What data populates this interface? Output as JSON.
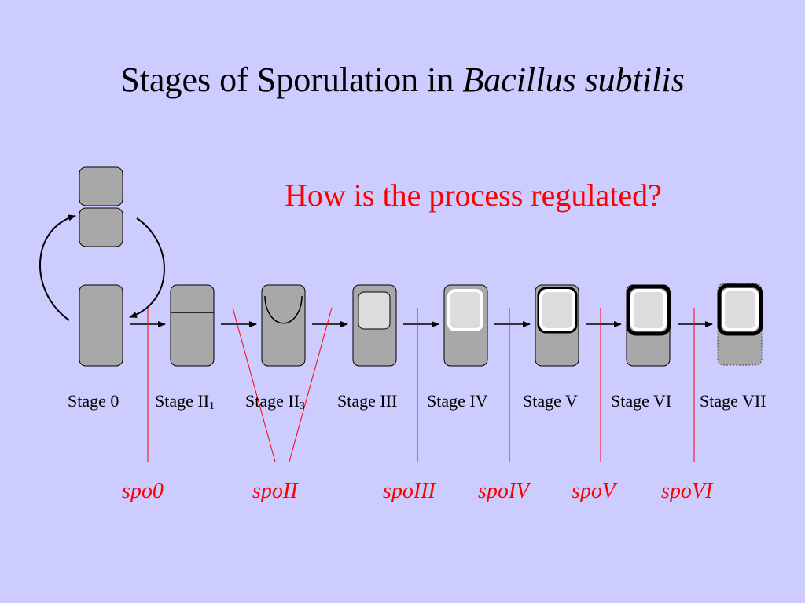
{
  "title": {
    "main": "Stages of Sporulation in ",
    "species": "Bacillus subtilis"
  },
  "question": "How is the process regulated?",
  "stages": [
    {
      "label": "Stage 0",
      "sub": ""
    },
    {
      "label": "Stage II",
      "sub": "1"
    },
    {
      "label": "Stage II",
      "sub": "3"
    },
    {
      "label": "Stage III",
      "sub": ""
    },
    {
      "label": "Stage IV",
      "sub": ""
    },
    {
      "label": "Stage V",
      "sub": ""
    },
    {
      "label": "Stage VI",
      "sub": ""
    },
    {
      "label": "Stage VII",
      "sub": ""
    }
  ],
  "genes": [
    "spo0",
    "spoII",
    "spoIII",
    "spoIV",
    "spoV",
    "spoVI"
  ],
  "colors": {
    "background": "#ccccff",
    "cell": "#a8a8a8",
    "forespore": "#dcdcdc",
    "gene_line": "#ff0000",
    "question": "#ff0000"
  }
}
